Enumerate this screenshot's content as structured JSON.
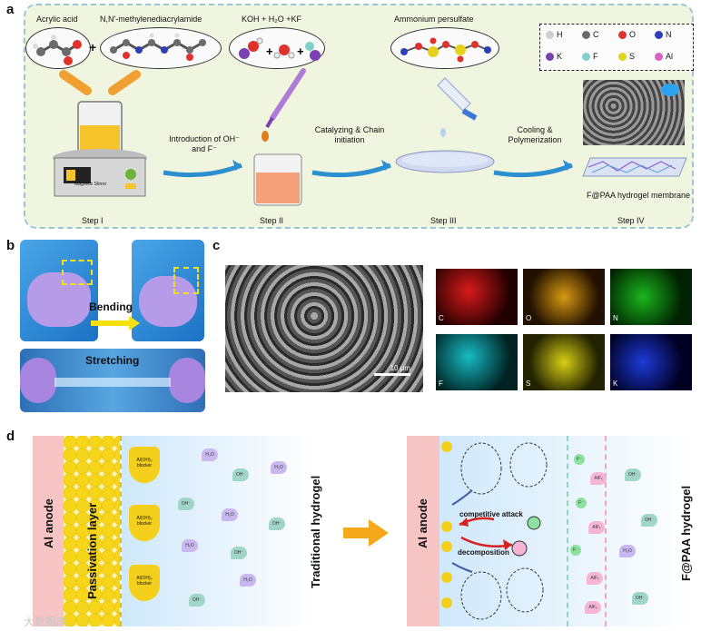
{
  "panel_labels": {
    "a": "a",
    "b": "b",
    "c": "c",
    "d": "d"
  },
  "panel_a": {
    "reagent1": "Acrylic acid",
    "reagent2": "N,N'-methylenediacrylamide",
    "plus1": "+",
    "reagent3_html": "KOH + H₂O +KF",
    "reagent4": "Ammonium persulfate",
    "stirrer_label": "Magnetic Stirrer",
    "arrow1": "Introduction of OH⁻ and F⁻",
    "arrow2": "Catalyzing & Chain initiation",
    "arrow3": "Cooling & Polymerization",
    "membrane_label": "F@PAA hydrogel membrane",
    "steps": [
      "Step I",
      "Step II",
      "Step III",
      "Step IV"
    ],
    "legend": [
      {
        "symbol": "H",
        "color": "#cfcfcf"
      },
      {
        "symbol": "C",
        "color": "#6b6b6b"
      },
      {
        "symbol": "O",
        "color": "#e0322c"
      },
      {
        "symbol": "N",
        "color": "#2d3fb8"
      },
      {
        "symbol": "K",
        "color": "#7a3fb0"
      },
      {
        "symbol": "F",
        "color": "#7fd0c8"
      },
      {
        "symbol": "S",
        "color": "#e6d21a"
      },
      {
        "symbol": "Al",
        "color": "#d65fc8"
      }
    ]
  },
  "panel_b": {
    "bending": "Bending",
    "stretching": "Stretching"
  },
  "panel_c": {
    "scale_bar": "10 μm",
    "maps": [
      {
        "element": "C",
        "color": "#d81a1a"
      },
      {
        "element": "O",
        "color": "#d89a12"
      },
      {
        "element": "N",
        "color": "#19b61c"
      },
      {
        "element": "F",
        "color": "#16bcc4"
      },
      {
        "element": "S",
        "color": "#d8d016"
      },
      {
        "element": "K",
        "color": "#1c3ad8"
      }
    ]
  },
  "panel_d": {
    "left": {
      "anode": "Al anode",
      "passivation": "Passivation layer",
      "blocker": "Al(OH)₃ blocker",
      "hydrogel": "Traditional hydrogel"
    },
    "right": {
      "anode": "Al anode",
      "competitive": "competitive attack",
      "decomposition": "decomposition",
      "hydrogel": "F@PAA hydrogel"
    },
    "ions": {
      "oh": "OH⁻",
      "h2o": "H₂O",
      "f": "F⁻",
      "alf": "AlFₓ"
    }
  },
  "watermark": "大数据库"
}
